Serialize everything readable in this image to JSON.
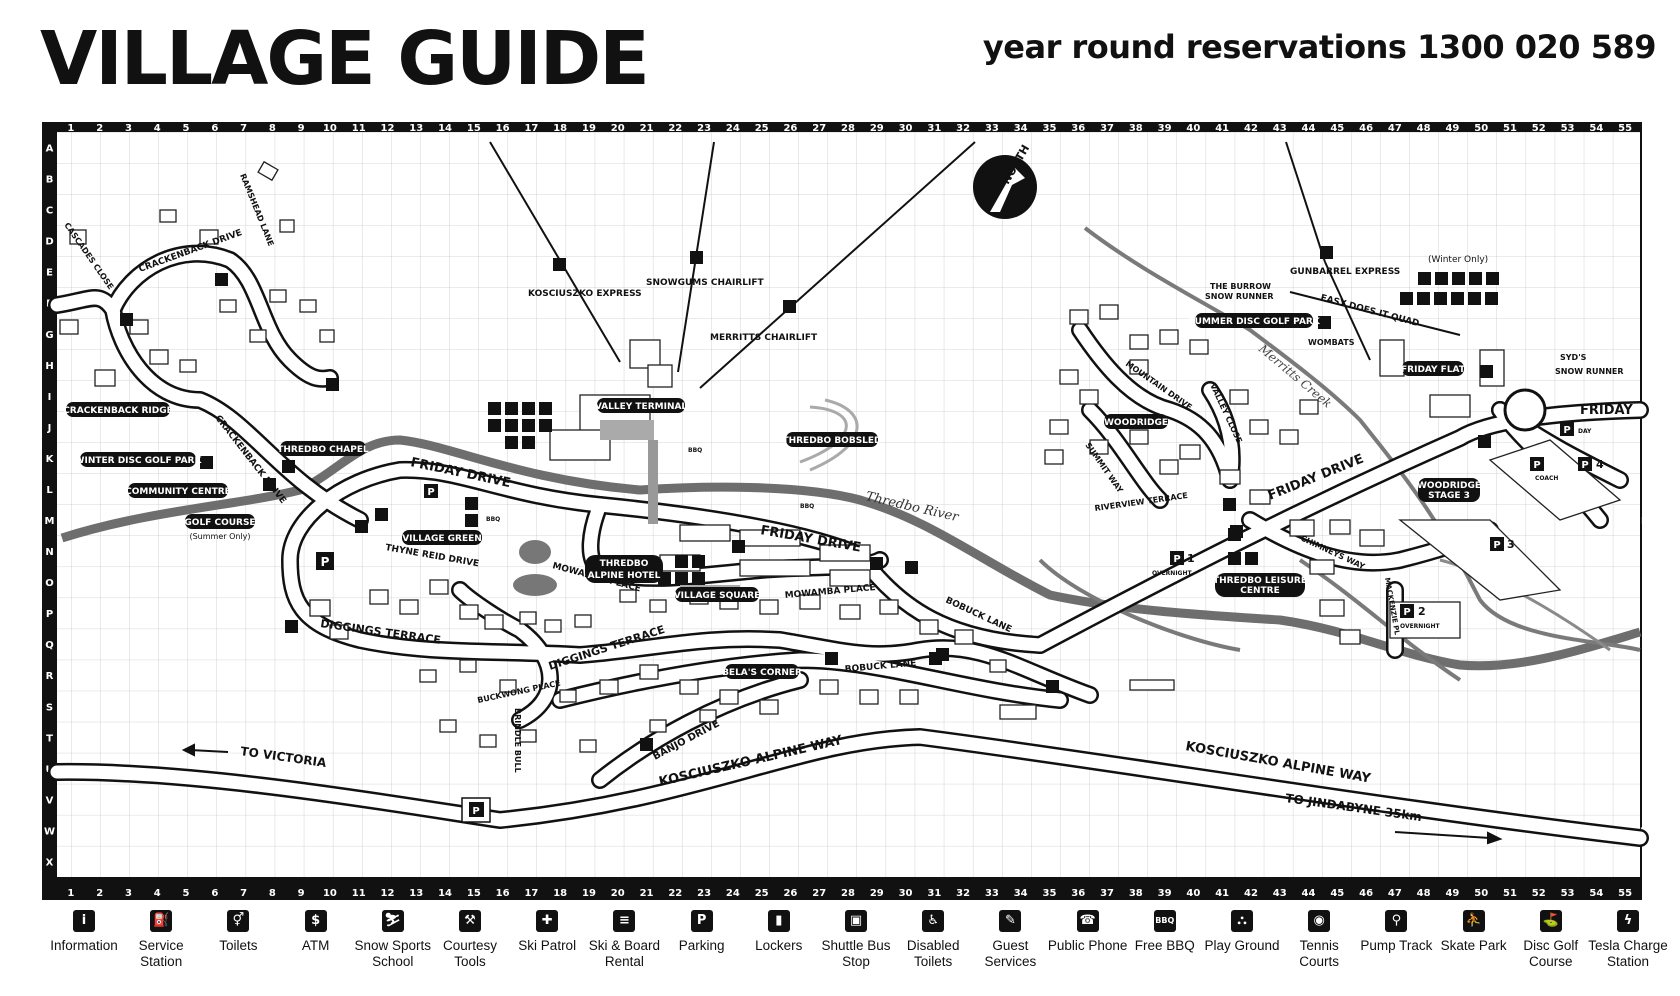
{
  "header": {
    "title": "VILLAGE GUIDE",
    "reservations": "year round reservations 1300 020 589"
  },
  "grid": {
    "columns": [
      "1",
      "2",
      "3",
      "4",
      "5",
      "6",
      "7",
      "8",
      "9",
      "10",
      "11",
      "12",
      "13",
      "14",
      "15",
      "16",
      "17",
      "18",
      "19",
      "20",
      "21",
      "22",
      "23",
      "24",
      "25",
      "26",
      "27",
      "28",
      "29",
      "30",
      "31",
      "32",
      "33",
      "34",
      "35",
      "36",
      "37",
      "38",
      "39",
      "40",
      "41",
      "42",
      "43",
      "44",
      "45",
      "46",
      "47",
      "48",
      "49",
      "50",
      "51",
      "52",
      "53",
      "54",
      "55"
    ],
    "rows": [
      "A",
      "B",
      "C",
      "D",
      "E",
      "F",
      "G",
      "H",
      "I",
      "J",
      "K",
      "L",
      "M",
      "N",
      "O",
      "P",
      "Q",
      "R",
      "S",
      "T",
      "U",
      "V",
      "W",
      "X"
    ]
  },
  "map": {
    "north": "NORTH",
    "roads": {
      "friday_drive_1": "FRIDAY DRIVE",
      "friday_drive_2": "FRIDAY DRIVE",
      "friday_drive_3": "FRIDAY DRIVE",
      "friday_end": "FRIDAY",
      "kosciuszko_1": "KOSCIUSZKO ALPINE WAY",
      "kosciuszko_2": "KOSCIUSZKO ALPINE WAY",
      "to_victoria": "TO VICTORIA",
      "to_jindabyne": "TO JINDABYNE 35km",
      "diggings_1": "DIGGINGS TERRACE",
      "diggings_2": "DIGGINGS TERRACE",
      "crackenback_drive_1": "CRACKENBACK DRIVE",
      "crackenback_drive_2": "CRACKENBACK DRIVE",
      "ramshead_lane": "RAMSHEAD LANE",
      "cascades_close": "CASCADES CLOSE",
      "thyne_reid": "THYNE REID DRIVE",
      "mowamba_place_1": "MOWAMBA PLACE",
      "mowamba_place_2": "MOWAMBA PLACE",
      "bobuck_lane_1": "BOBUCK LANE",
      "bobuck_lane_2": "BOBUCK LANE",
      "banjo_drive": "BANJO DRIVE",
      "buckwong_place": "BUCKWONG PLACE",
      "brindle_bull": "BRINDLE BULL",
      "mountain_drive": "MOUNTAIN DRIVE",
      "valley_close": "VALLEY CLOSE",
      "summit_way": "SUMMIT WAY",
      "riverview_terrace": "RIVERVIEW TERRACE",
      "chimneys_way": "CHIMNEYS WAY",
      "mackenzie": "MACKENZIE PL"
    },
    "water": {
      "thredbo_river": "Thredbo River",
      "merritts_creek": "Merritts Creek"
    },
    "lifts": {
      "kosciuszko_express": "KOSCIUSZKO EXPRESS",
      "snowgums": "SNOWGUMS CHAIRLIFT",
      "merritts": "MERRITTS CHAIRLIFT",
      "gunbarrel": "GUNBARREL EXPRESS",
      "easy_does_it": "EASY DOES IT QUAD",
      "burrow_1": "THE BURROW",
      "burrow_2": "SNOW RUNNER",
      "syds_1": "SYD'S",
      "syds_2": "SNOW RUNNER",
      "winter_only": "(Winter Only)"
    },
    "places": {
      "valley_terminal": "VALLEY TERMINAL",
      "thredbo_bobsled": "THREDBO BOBSLED",
      "crackenback_ridge": "CRACKENBACK RIDGE",
      "thredbo_chapel": "THREDBO CHAPEL",
      "winter_disc_golf": "WINTER DISC GOLF PARK",
      "community_centre": "COMMUNITY CENTRE",
      "golf_course": "GOLF COURSE",
      "golf_course_note": "(Summer Only)",
      "village_green": "VILLAGE GREEN",
      "alpine_hotel_1": "THREDBO",
      "alpine_hotel_2": "ALPINE HOTEL",
      "village_square": "VILLAGE SQUARE",
      "belas_corner": "BELA'S CORNER",
      "woodridge": "WOODRIDGE",
      "woodridge_stage_1": "WOODRIDGE",
      "woodridge_stage_2": "STAGE 3",
      "summer_disc_golf": "SUMMER DISC GOLF PARK",
      "wombats": "WOMBATS",
      "friday_flat": "FRIDAY FLAT",
      "leisure_centre_1": "THREDBO LEISURE",
      "leisure_centre_2": "CENTRE"
    },
    "parking": {
      "p1": "1",
      "p1_note": "OVERNIGHT",
      "p2": "2",
      "p2_note": "OVERNIGHT",
      "p3": "3",
      "p4": "4",
      "day": "DAY",
      "coach": "COACH"
    },
    "symbols": {
      "P": "P",
      "bbq": "BBQ"
    }
  },
  "legend": [
    {
      "label": "Information",
      "icon": "information-icon",
      "glyph": "i"
    },
    {
      "label": "Service Station",
      "icon": "service-station-icon",
      "glyph": "⛽"
    },
    {
      "label": "Toilets",
      "icon": "toilets-icon",
      "glyph": "⚥"
    },
    {
      "label": "ATM",
      "icon": "atm-icon",
      "glyph": "$"
    },
    {
      "label": "Snow Sports School",
      "icon": "snow-sports-school-icon",
      "glyph": "⛷"
    },
    {
      "label": "Courtesy Tools",
      "icon": "courtesy-tools-icon",
      "glyph": "⚒"
    },
    {
      "label": "Ski Patrol",
      "icon": "ski-patrol-icon",
      "glyph": "✚"
    },
    {
      "label": "Ski & Board Rental",
      "icon": "ski-board-rental-icon",
      "glyph": "≡"
    },
    {
      "label": "Parking",
      "icon": "parking-icon",
      "glyph": "P"
    },
    {
      "label": "Lockers",
      "icon": "lockers-icon",
      "glyph": "▮"
    },
    {
      "label": "Shuttle Bus Stop",
      "icon": "shuttle-bus-icon",
      "glyph": "▣"
    },
    {
      "label": "Disabled Toilets",
      "icon": "disabled-toilets-icon",
      "glyph": "♿"
    },
    {
      "label": "Guest Services",
      "icon": "guest-services-icon",
      "glyph": "✎"
    },
    {
      "label": "Public Phone",
      "icon": "public-phone-icon",
      "glyph": "☎"
    },
    {
      "label": "Free BBQ",
      "icon": "bbq-icon",
      "glyph": "BBQ"
    },
    {
      "label": "Play Ground",
      "icon": "playground-icon",
      "glyph": "⛬"
    },
    {
      "label": "Tennis Courts",
      "icon": "tennis-icon",
      "glyph": "◉"
    },
    {
      "label": "Pump Track",
      "icon": "pump-track-icon",
      "glyph": "⚲"
    },
    {
      "label": "Skate Park",
      "icon": "skate-park-icon",
      "glyph": "⛹"
    },
    {
      "label": "Disc Golf Course",
      "icon": "disc-golf-icon",
      "glyph": "⛳"
    },
    {
      "label": "Tesla Charge Station",
      "icon": "tesla-charge-icon",
      "glyph": "ϟ"
    }
  ]
}
